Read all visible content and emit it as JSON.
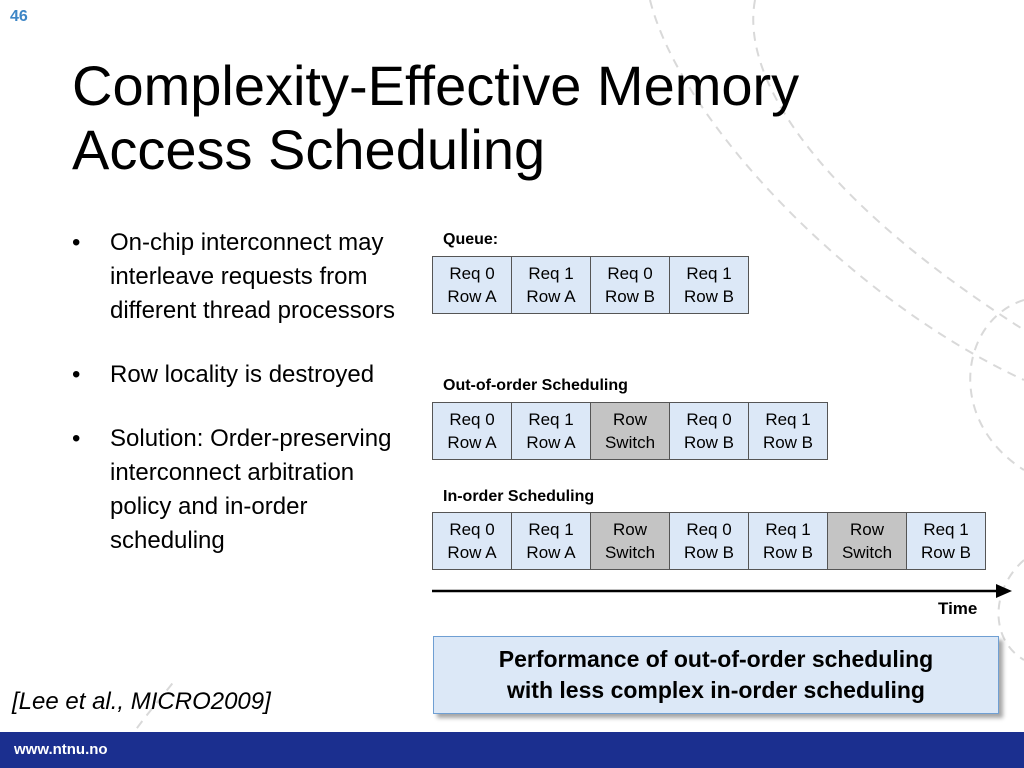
{
  "slide_number": "46",
  "title": {
    "line1": "Complexity-Effective Memory",
    "line2": "Access Scheduling"
  },
  "bullets": [
    "On-chip interconnect may interleave requests from different thread processors",
    "Row locality is destroyed",
    "Solution: Order-preserving interconnect arbitration policy and in-order scheduling"
  ],
  "bullet_glyph": "•",
  "citation": "[Lee et al., MICRO2009]",
  "diagram": {
    "queue": {
      "label": "Queue:",
      "cells": [
        {
          "l1": "Req 0",
          "l2": "Row A"
        },
        {
          "l1": "Req 1",
          "l2": "Row A"
        },
        {
          "l1": "Req 0",
          "l2": "Row B"
        },
        {
          "l1": "Req 1",
          "l2": "Row B"
        }
      ]
    },
    "out_of_order": {
      "label": "Out-of-order Scheduling",
      "cells": [
        {
          "l1": "Req 0",
          "l2": "Row A"
        },
        {
          "l1": "Req 1",
          "l2": "Row A"
        },
        {
          "l1": "Row",
          "l2": "Switch",
          "switch": true
        },
        {
          "l1": "Req 0",
          "l2": "Row B"
        },
        {
          "l1": "Req 1",
          "l2": "Row B"
        }
      ]
    },
    "in_order": {
      "label": "In-order Scheduling",
      "cells": [
        {
          "l1": "Req 0",
          "l2": "Row A"
        },
        {
          "l1": "Req 1",
          "l2": "Row A"
        },
        {
          "l1": "Row",
          "l2": "Switch",
          "switch": true
        },
        {
          "l1": "Req 0",
          "l2": "Row B"
        },
        {
          "l1": "Req 1",
          "l2": "Row B"
        },
        {
          "l1": "Row",
          "l2": "Switch",
          "switch": true
        },
        {
          "l1": "Req 1",
          "l2": "Row B"
        }
      ]
    },
    "time_label": "Time"
  },
  "callout": {
    "line1": "Performance of out-of-order scheduling",
    "line2": "with less complex in-order scheduling"
  },
  "footer": {
    "url": "www.ntnu.no"
  },
  "colors": {
    "cell_fill": "#dce8f7",
    "switch_fill": "#c4c4c4",
    "footer_bar": "#1b2f8f",
    "decor_lines": "#d9d9d9"
  }
}
